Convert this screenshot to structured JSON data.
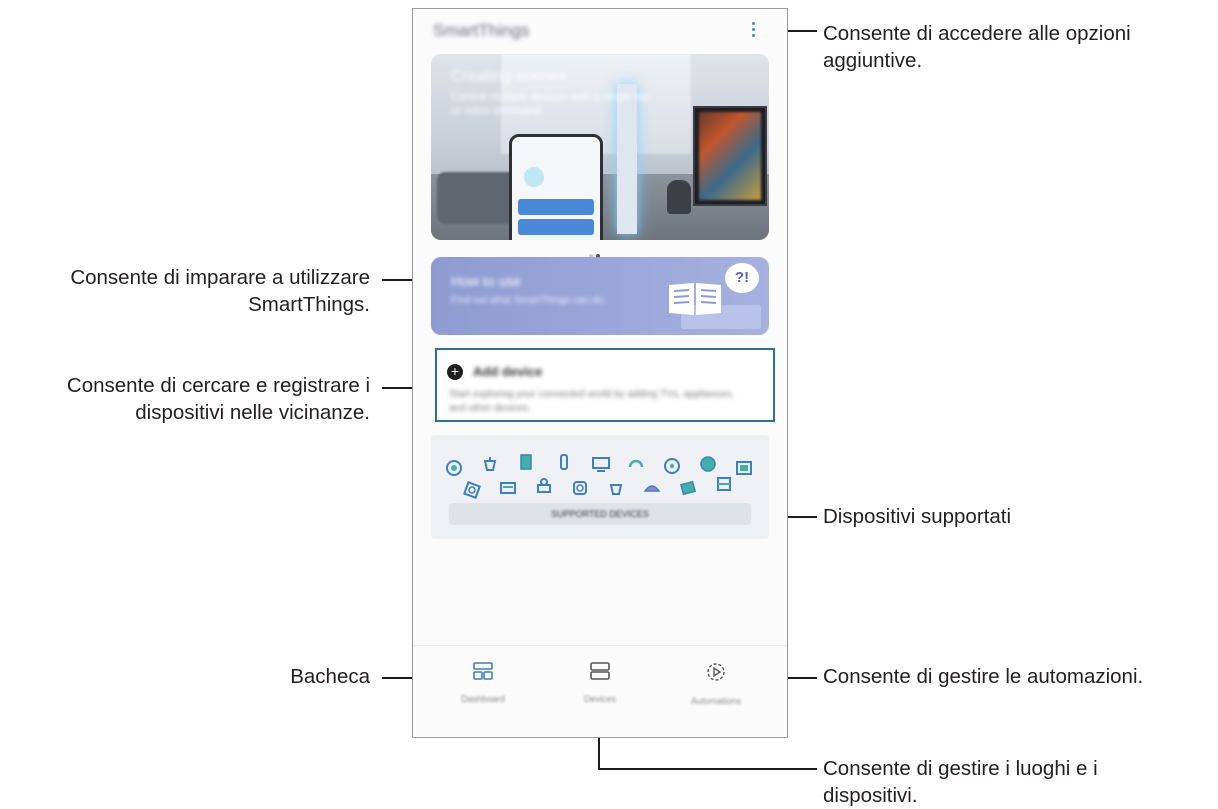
{
  "app": {
    "title": "SmartThings"
  },
  "hero": {
    "title": "Creating scenes",
    "subtitle": "Control multiple devices with a single tap or voice command."
  },
  "learn": {
    "title": "How to use",
    "subtitle": "Find out what SmartThings can do.",
    "bubble": "?!"
  },
  "add_device": {
    "title": "Add device",
    "description": "Start exploring your connected world by adding TVs, appliances, and other devices."
  },
  "supported": {
    "button_label": "SUPPORTED DEVICES"
  },
  "tabs": [
    {
      "label": "Dashboard",
      "icon": "dashboard-icon"
    },
    {
      "label": "Devices",
      "icon": "devices-icon"
    },
    {
      "label": "Automations",
      "icon": "automations-icon"
    }
  ],
  "callouts": {
    "more_options": {
      "line1": "Consente di accedere alle opzioni",
      "line2": "aggiuntive."
    },
    "learn": {
      "line1": "Consente di imparare a utilizzare",
      "line2": "SmartThings."
    },
    "add_device": {
      "line1": "Consente di cercare e registrare i",
      "line2": "dispositivi nelle vicinanze."
    },
    "supported": {
      "line1": "Dispositivi supportati"
    },
    "dashboard": {
      "line1": "Bacheca"
    },
    "automations": {
      "line1": "Consente di gestire le automazioni."
    },
    "devices": {
      "line1": "Consente di gestire i luoghi e i",
      "line2": "dispositivi."
    }
  },
  "colors": {
    "accent": "#2f8fd8",
    "learn_card": "#8e9bd2",
    "highlight_border": "#2f6f9f"
  }
}
